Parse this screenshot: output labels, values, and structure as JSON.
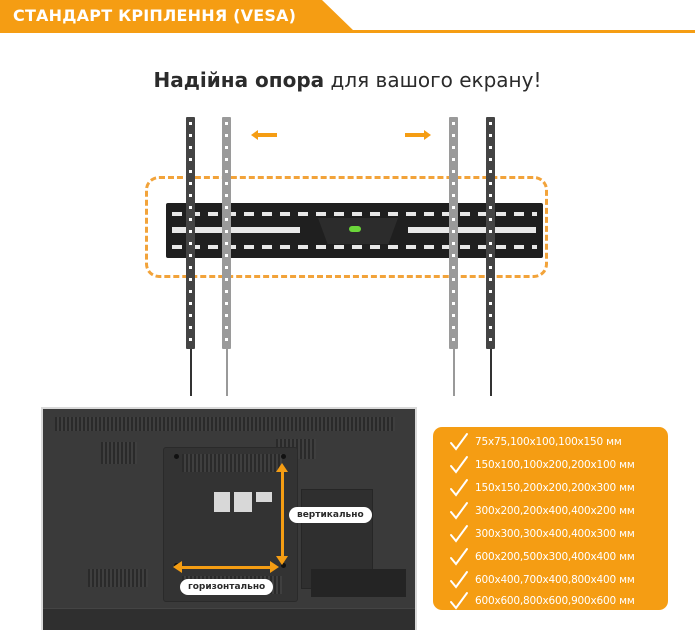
{
  "header": {
    "title": "СТАНДАРТ КРІПЛЕННЯ (VESA)",
    "accent_color": "#f59d13"
  },
  "subtitle": {
    "bold": "Надійна опора",
    "regular": " для вашого екрану!"
  },
  "mount_illustration": {
    "arrow_left": "arrow-left-icon",
    "arrow_right": "arrow-right-icon",
    "level_indicator_color": "#6bd63a"
  },
  "tv_back": {
    "vertical_label": "вертикально",
    "horizontal_label": "горизонтально"
  },
  "vesa_list": {
    "items": [
      "75x75,100x100,100x150 мм",
      "150x100,100x200,200x100 мм",
      "150x150,200x200,200x300 мм",
      "300x200,200x400,400x200 мм",
      "300x300,300x400,400x300 мм",
      "600x200,500x300,400x400 мм",
      "600x400,700x400,800x400 мм",
      "600x600,800x600,900x600 мм"
    ]
  }
}
